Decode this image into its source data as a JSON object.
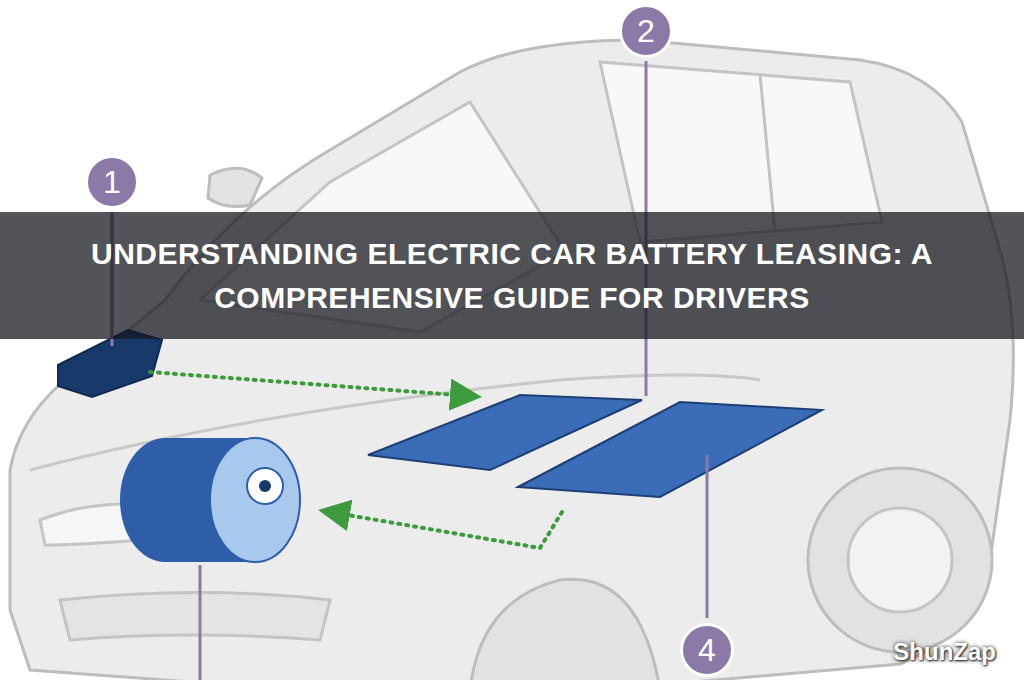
{
  "diagram": {
    "title": "UNDERSTANDING ELECTRIC CAR BATTERY LEASING: A COMPREHENSIVE GUIDE FOR DRIVERS",
    "nodes": [
      {
        "text": [
          "1"
        ]
      },
      {
        "text": [
          "2"
        ]
      },
      {
        "text": [
          "4"
        ]
      }
    ],
    "labels": [
      "ShunZap"
    ]
  }
}
